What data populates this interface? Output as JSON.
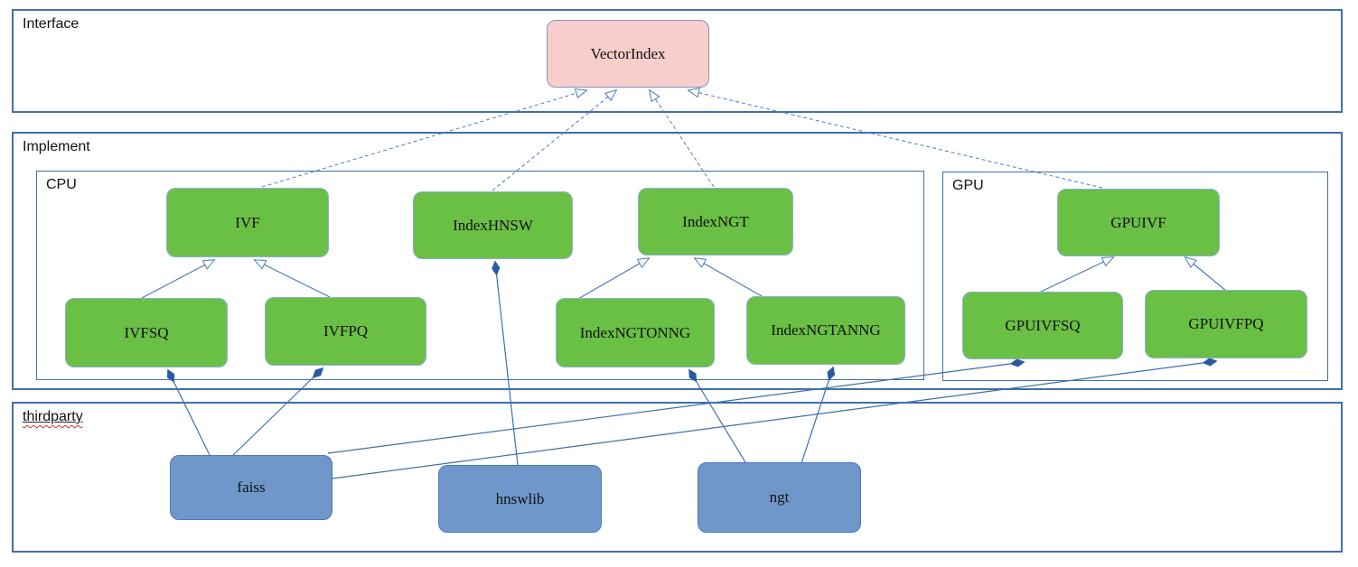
{
  "diagram": {
    "containers": [
      {
        "id": "interface",
        "label": "Interface"
      },
      {
        "id": "implement",
        "label": "Implement"
      },
      {
        "id": "cpu",
        "label": "CPU"
      },
      {
        "id": "gpu",
        "label": "GPU"
      },
      {
        "id": "thirdparty",
        "label": "thirdparty"
      }
    ],
    "nodes": [
      {
        "id": "vectorindex",
        "label": "VectorIndex",
        "kind": "interface",
        "container": "interface"
      },
      {
        "id": "ivf",
        "label": "IVF",
        "kind": "implementation",
        "container": "cpu"
      },
      {
        "id": "indexhnsw",
        "label": "IndexHNSW",
        "kind": "implementation",
        "container": "cpu"
      },
      {
        "id": "indexngt",
        "label": "IndexNGT",
        "kind": "implementation",
        "container": "cpu"
      },
      {
        "id": "ivfsq",
        "label": "IVFSQ",
        "kind": "implementation",
        "container": "cpu"
      },
      {
        "id": "ivfpq",
        "label": "IVFPQ",
        "kind": "implementation",
        "container": "cpu"
      },
      {
        "id": "indexngtonng",
        "label": "IndexNGTONNG",
        "kind": "implementation",
        "container": "cpu"
      },
      {
        "id": "indexngtanng",
        "label": "IndexNGTANNG",
        "kind": "implementation",
        "container": "cpu"
      },
      {
        "id": "gpuivf",
        "label": "GPUIVF",
        "kind": "implementation",
        "container": "gpu"
      },
      {
        "id": "gpuivfsq",
        "label": "GPUIVFSQ",
        "kind": "implementation",
        "container": "gpu"
      },
      {
        "id": "gpuivfpq",
        "label": "GPUIVFPQ",
        "kind": "implementation",
        "container": "gpu"
      },
      {
        "id": "faiss",
        "label": "faiss",
        "kind": "thirdparty-lib",
        "container": "thirdparty"
      },
      {
        "id": "hnswlib",
        "label": "hnswlib",
        "kind": "thirdparty-lib",
        "container": "thirdparty"
      },
      {
        "id": "ngt",
        "label": "ngt",
        "kind": "thirdparty-lib",
        "container": "thirdparty"
      }
    ],
    "edges": [
      {
        "from": "IVF",
        "to": "VectorIndex",
        "type": "realization"
      },
      {
        "from": "IndexHNSW",
        "to": "VectorIndex",
        "type": "realization"
      },
      {
        "from": "IndexNGT",
        "to": "VectorIndex",
        "type": "realization"
      },
      {
        "from": "GPUIVF",
        "to": "VectorIndex",
        "type": "realization"
      },
      {
        "from": "IVFSQ",
        "to": "IVF",
        "type": "inheritance"
      },
      {
        "from": "IVFPQ",
        "to": "IVF",
        "type": "inheritance"
      },
      {
        "from": "IndexNGTONNG",
        "to": "IndexNGT",
        "type": "inheritance"
      },
      {
        "from": "IndexNGTANNG",
        "to": "IndexNGT",
        "type": "inheritance"
      },
      {
        "from": "GPUIVFSQ",
        "to": "GPUIVF",
        "type": "inheritance"
      },
      {
        "from": "GPUIVFPQ",
        "to": "GPUIVF",
        "type": "inheritance"
      },
      {
        "from": "faiss",
        "to": "IVFSQ",
        "type": "composition"
      },
      {
        "from": "faiss",
        "to": "IVFPQ",
        "type": "composition"
      },
      {
        "from": "faiss",
        "to": "GPUIVFSQ",
        "type": "composition"
      },
      {
        "from": "faiss",
        "to": "GPUIVFPQ",
        "type": "composition"
      },
      {
        "from": "hnswlib",
        "to": "IndexHNSW",
        "type": "composition"
      },
      {
        "from": "ngt",
        "to": "IndexNGTONNG",
        "type": "composition"
      },
      {
        "from": "ngt",
        "to": "IndexNGTANNG",
        "type": "composition"
      }
    ],
    "colors": {
      "implementation_fill": "#6abf45",
      "interface_fill": "#f8cecc",
      "thirdparty_fill": "#6f97c9",
      "container_border": "#3f6fad",
      "connector": "#4a79bb",
      "diamond": "#2a5b9e",
      "spellcheck_wavy": "#cf2e20"
    }
  }
}
